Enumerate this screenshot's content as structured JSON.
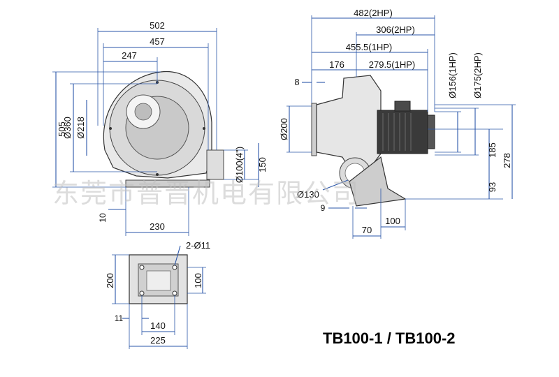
{
  "watermark": "东莞市普晋机电有限公司",
  "model_title": "TB100-1 / TB100-2",
  "front_view": {
    "width_overall": "502",
    "width_inner": "457",
    "width_to_center": "247",
    "height_overall": "505",
    "diameter_outer": "Ø360",
    "diameter_inner": "Ø218",
    "outlet_diameter": "Ø100(4\")",
    "outlet_height": "150",
    "base_gap": "10",
    "base_width": "230"
  },
  "side_view": {
    "length_2hp": "482(2HP)",
    "length_306_2hp": "306(2HP)",
    "length_1hp": "455.5(1HP)",
    "length_176": "176",
    "length_279_1hp": "279.5(1HP)",
    "flange_thickness": "8",
    "inlet_diameter": "Ø200",
    "motor_diameter_1hp": "Ø156(1HP)",
    "motor_diameter_2hp": "Ø175(2HP)",
    "height_185": "185",
    "height_278": "278",
    "height_93": "93",
    "outlet_diameter": "Ø130",
    "gap_9": "9",
    "base_70": "70",
    "base_100": "100"
  },
  "base_view": {
    "holes": "2-Ø11",
    "depth_200": "200",
    "depth_100": "100",
    "offset_11": "11",
    "width_140": "140",
    "width_225": "225"
  }
}
